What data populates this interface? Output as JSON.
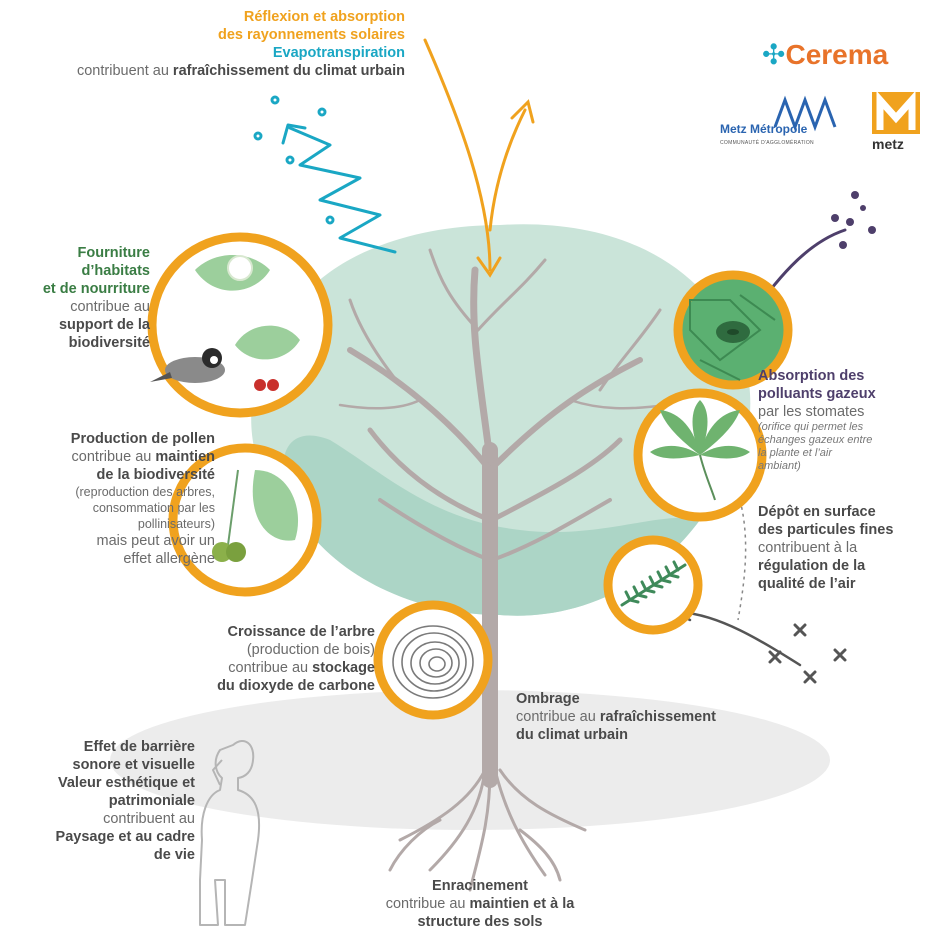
{
  "top": {
    "line1": "Réflexion et absorption",
    "line2": "des rayonnements solaires",
    "line3": "Evapotranspiration",
    "line4_pre": "contribuent au ",
    "line4_bold": "rafraîchissement du climat urbain"
  },
  "logos": {
    "cerema": "Cerema",
    "metz_metropole": "Metz Métropole",
    "metz_metropole_sub": "COMMUNAUTÉ D'AGGLOMÉRATION",
    "metz": "metz"
  },
  "habitat": {
    "l1": "Fourniture",
    "l2": "d’habitats",
    "l3": "et de nourriture",
    "l4": "contribue au",
    "l5": "support de la",
    "l6": "biodiversité"
  },
  "pollen": {
    "l1": "Production de pollen",
    "l2_pre": "contribue au ",
    "l2_bold": "maintien",
    "l3": "de la biodiversité",
    "l4": "(reproduction des arbres,",
    "l5": "consommation par les",
    "l6": "pollinisateurs)",
    "l7": "mais peut avoir un",
    "l8": "effet allergène"
  },
  "croissance": {
    "l1": "Croissance de l’arbre",
    "l2": "(production de bois)",
    "l3_pre": "contribue au ",
    "l3_bold": "stockage",
    "l4": "du dioxyde de carbone"
  },
  "ombrage": {
    "l1": "Ombrage",
    "l2_pre": "contribue au ",
    "l2_bold": "rafraîchissement",
    "l3": "du climat urbain"
  },
  "barriere": {
    "l1": "Effet de barrière",
    "l2": "sonore et visuelle",
    "l3": "Valeur esthétique et",
    "l4": "patrimoniale",
    "l5": "contribuent au",
    "l6": "Paysage et au cadre",
    "l7": "de vie"
  },
  "enracinement": {
    "l1": "Enracinement",
    "l2_pre": "contribue au ",
    "l2_bold": "maintien et à la",
    "l3": "structure des sols"
  },
  "absorption": {
    "l1": "Absorption des",
    "l2": "polluants gazeux",
    "l3": "par les stomates",
    "l4": "(orifice qui permet les",
    "l5": "échanges gazeux entre",
    "l6": "la plante et l’air",
    "l7": "ambiant)"
  },
  "depot": {
    "l1": "Dépôt en surface",
    "l2": "des particules fines",
    "l3": "contribuent à la",
    "l4": "régulation de la",
    "l5": "qualité de l’air"
  },
  "colors": {
    "orange": "#f0a21e",
    "teal": "#1aa7c4",
    "green": "#3a7d44",
    "purple": "#4e3f6b",
    "crown": "#b9dccd",
    "trunk": "#b3a9a8"
  }
}
